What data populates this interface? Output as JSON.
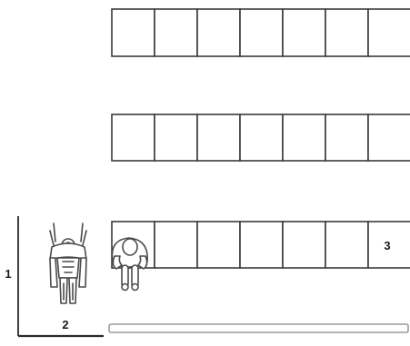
{
  "diagram": {
    "rows": [
      {
        "cells": 7
      },
      {
        "cells": 7
      },
      {
        "cells": 7
      }
    ],
    "labels": {
      "vertical_dimension": "1",
      "horizontal_dimension": "2",
      "cell_marker": "3"
    },
    "figures": [
      {
        "icon": "robot-figure-icon"
      },
      {
        "icon": "person-on-chair-icon"
      }
    ],
    "colors": {
      "line": "#3a3a3a",
      "figure": "#4a4a4a",
      "floor_track": "#9a9a9a"
    }
  }
}
